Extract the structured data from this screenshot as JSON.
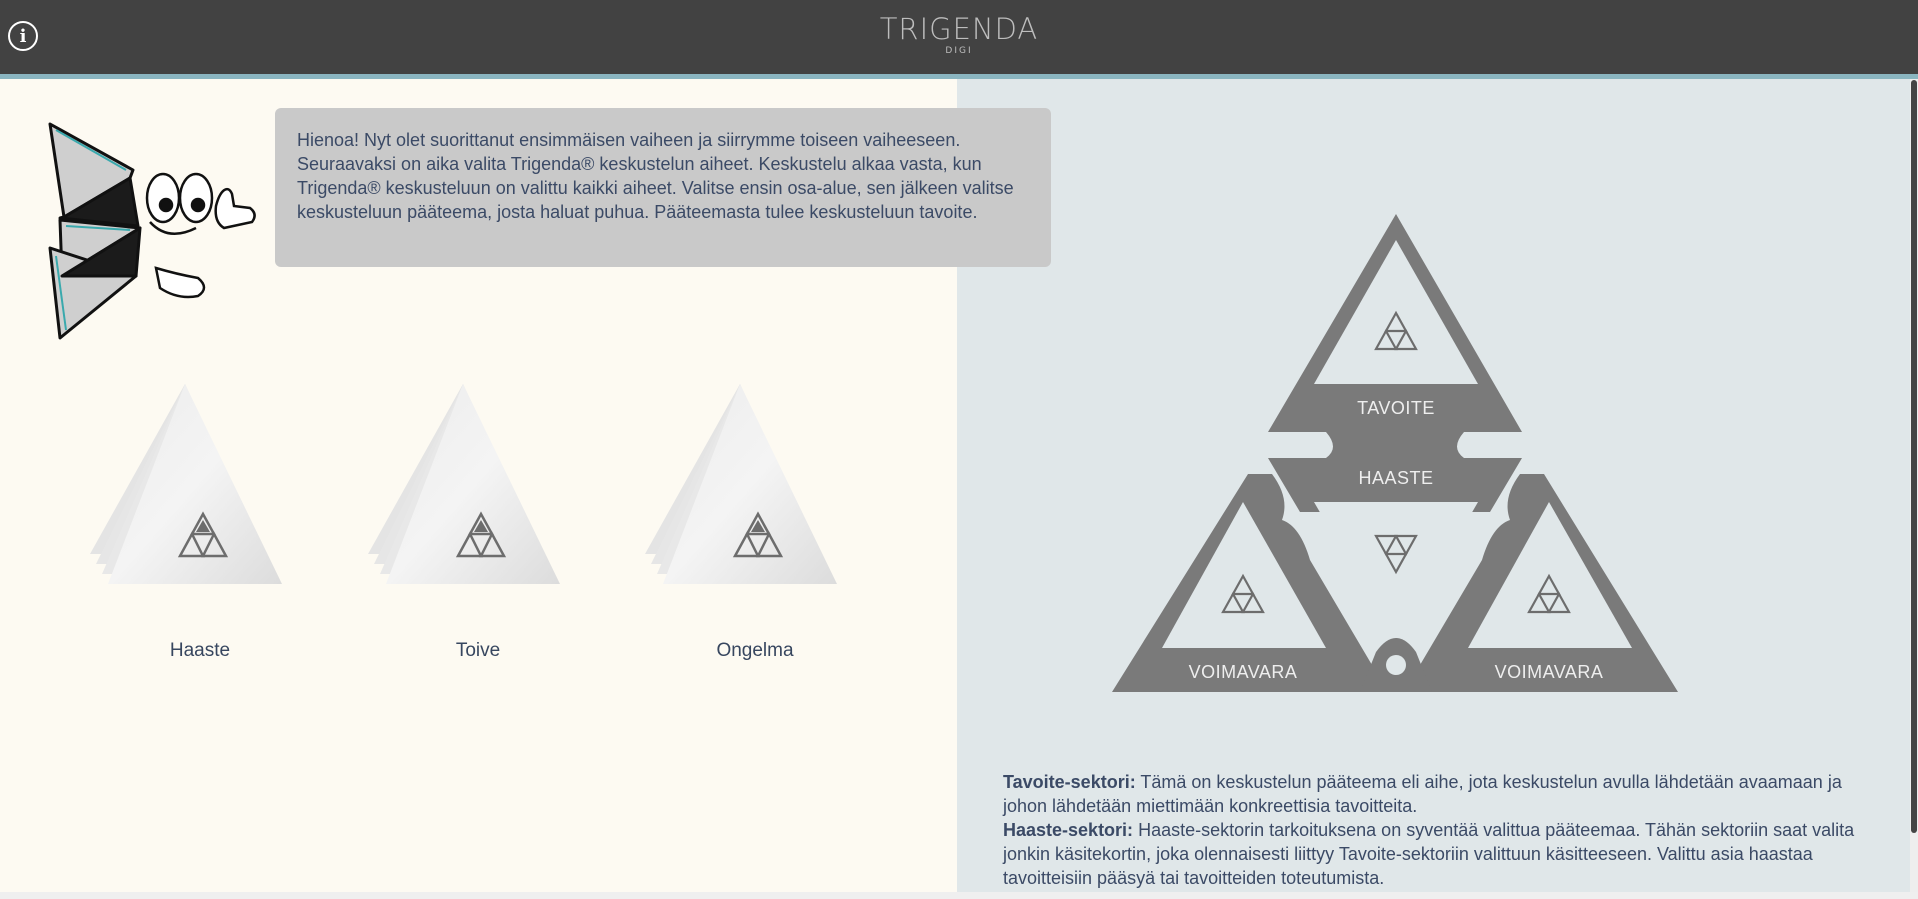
{
  "app": {
    "brand_title": "TRIGENDA",
    "brand_subtitle": "DIGI"
  },
  "header": {
    "info_icon": "info-icon"
  },
  "intro": {
    "message": "Hienoa! Nyt olet suorittanut ensimmäisen vaiheen ja siirrymme toiseen vaiheeseen. Seuraavaksi on aika valita Trigenda® keskustelun aiheet. Keskustelu alkaa vasta, kun Trigenda® keskusteluun on valittu kaikki aiheet. Valitse ensin osa-alue, sen jälkeen valitse keskusteluun pääteema, josta haluat puhua. Pääteemasta tulee keskusteluun tavoite."
  },
  "categories": [
    {
      "label": "Haaste"
    },
    {
      "label": "Toive"
    },
    {
      "label": "Ongelma"
    }
  ],
  "board": {
    "top": "TAVOITE",
    "center": "HAASTE",
    "bottom_left": "VOIMAVARA",
    "bottom_right": "VOIMAVARA"
  },
  "description": {
    "tavoite_title": "Tavoite-sektori:",
    "tavoite_text": " Tämä on keskustelun pääteema eli aihe, jota keskustelun avulla lähdetään avaamaan ja johon lähdetään miettimään konkreettisia tavoitteita.",
    "haaste_title": "Haaste-sektori:",
    "haaste_text": " Haaste-sektorin tarkoituksena on syventää valittua pääteemaa. Tähän sektoriin saat valita jonkin käsitekortin, joka olennaisesti liittyy Tavoite-sektoriin valittuun käsitteeseen. Valittu asia haastaa tavoitteisiin pääsyä tai tavoitteiden toteutumista."
  },
  "colors": {
    "topbar": "#424242",
    "accent": "#8ab5c0",
    "left_bg": "#fdfaf2",
    "right_bg": "#e0e7e9",
    "board": "#7a7a7a",
    "text": "#3b4a66"
  }
}
